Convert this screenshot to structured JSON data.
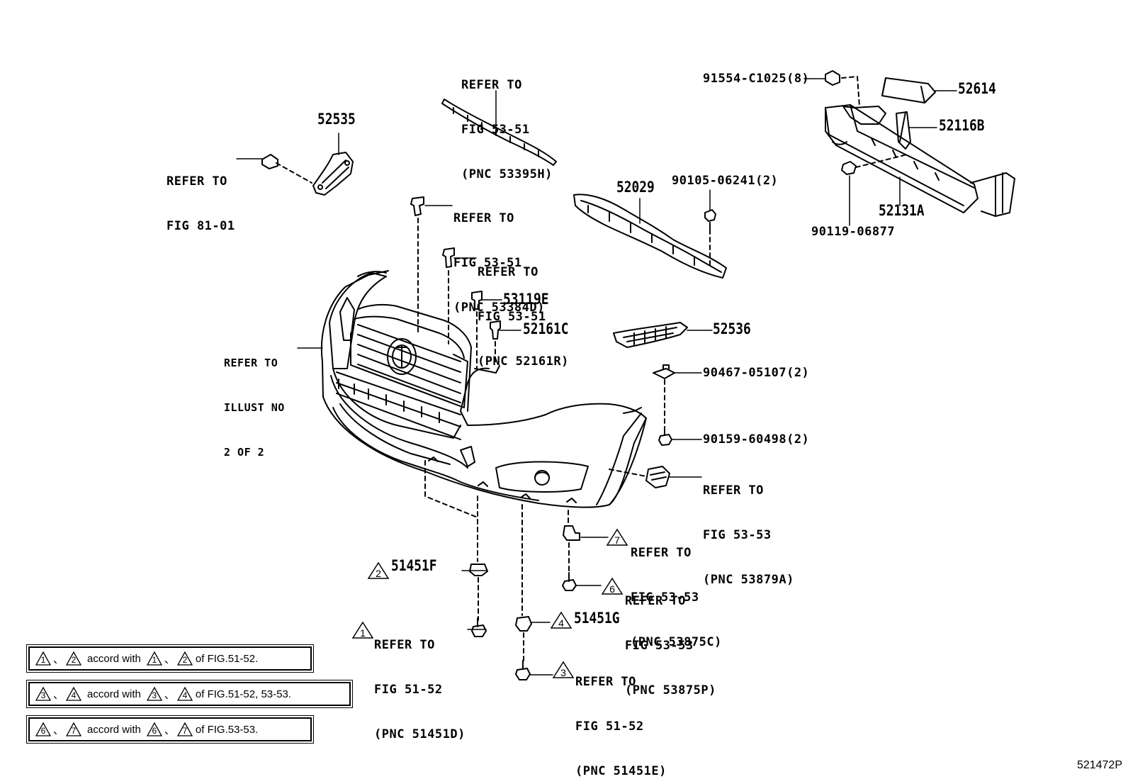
{
  "diagram_id": "521472P",
  "callouts": {
    "refer_53_51_a": [
      "REFER TO",
      "FIG 53-51",
      "(PNC 53395H)"
    ],
    "refer_81_01": [
      "REFER TO",
      "FIG 81-01"
    ],
    "part_52535": "52535",
    "refer_53_51_b": [
      "REFER TO",
      "FIG 53-51",
      "(PNC 53384D)"
    ],
    "refer_53_51_c": [
      "REFER TO",
      "FIG 53-51",
      "(PNC 52161R)"
    ],
    "part_53119E": "53119E",
    "part_52161C": "52161C",
    "refer_illust": [
      "REFER TO",
      "ILLUST NO",
      "2 OF 2"
    ],
    "part_52029": "52029",
    "bolt_90105": "90105-06241(2)",
    "part_52536": "52536",
    "clip_90467": "90467-05107(2)",
    "screw_90159": "90159-60498(2)",
    "refer_53_53_a": [
      "REFER TO",
      "FIG 53-53",
      "(PNC 53879A)"
    ],
    "bolt_91554": "91554-C1025(8)",
    "part_52614": "52614",
    "part_52116B": "52116B",
    "part_52131A": "52131A",
    "bolt_90119": "90119-06877",
    "refer_53_53_b": [
      "REFER TO",
      "FIG 53-53",
      "(PNC 53875C)"
    ],
    "refer_53_53_c": [
      "REFER TO",
      "FIG 53-53",
      "(PNC 53875P)"
    ],
    "part_51451F": "51451F",
    "part_51451G": "51451G",
    "refer_51_52_a": [
      "REFER TO",
      "FIG 51-52",
      "(PNC 51451D)"
    ],
    "refer_51_52_b": [
      "REFER TO",
      "FIG 51-52",
      "(PNC 51451E)"
    ]
  },
  "badges": {
    "b7": "7",
    "b6": "6",
    "b4": "4",
    "b2": "2",
    "b1": "1",
    "b3": "3"
  },
  "notes": [
    {
      "a": "1",
      "b": "2",
      "sep": "、",
      "text": "accord with",
      "suffix": "of FIG.51-52."
    },
    {
      "a": "3",
      "b": "4",
      "sep": "、",
      "text": "accord with",
      "suffix": "of FIG.51-52, 53-53."
    },
    {
      "a": "6",
      "b": "7",
      "sep": "、",
      "text": "accord with",
      "suffix": "of FIG.53-53."
    }
  ]
}
